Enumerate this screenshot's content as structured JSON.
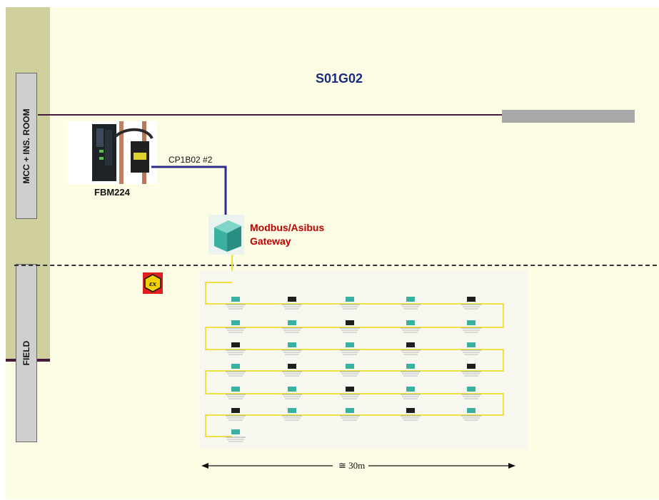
{
  "title": "S01G02",
  "side_labels": {
    "upper": "MCC + INS. ROOM",
    "lower": "FIELD"
  },
  "devices": {
    "fbm": "FBM224",
    "link": "CP1B02 #2",
    "gateway_line1": "Modbus/Asibus",
    "gateway_line2": "Gateway"
  },
  "hazard_icon": "ex-atex-icon",
  "dimension": "≅ 30m",
  "colors": {
    "title": "#1a2a80",
    "gateway_label": "#c00000",
    "bus_wire": "#2b2b8a",
    "field_wire": "#f0e040",
    "module": "#3ab0a0"
  }
}
